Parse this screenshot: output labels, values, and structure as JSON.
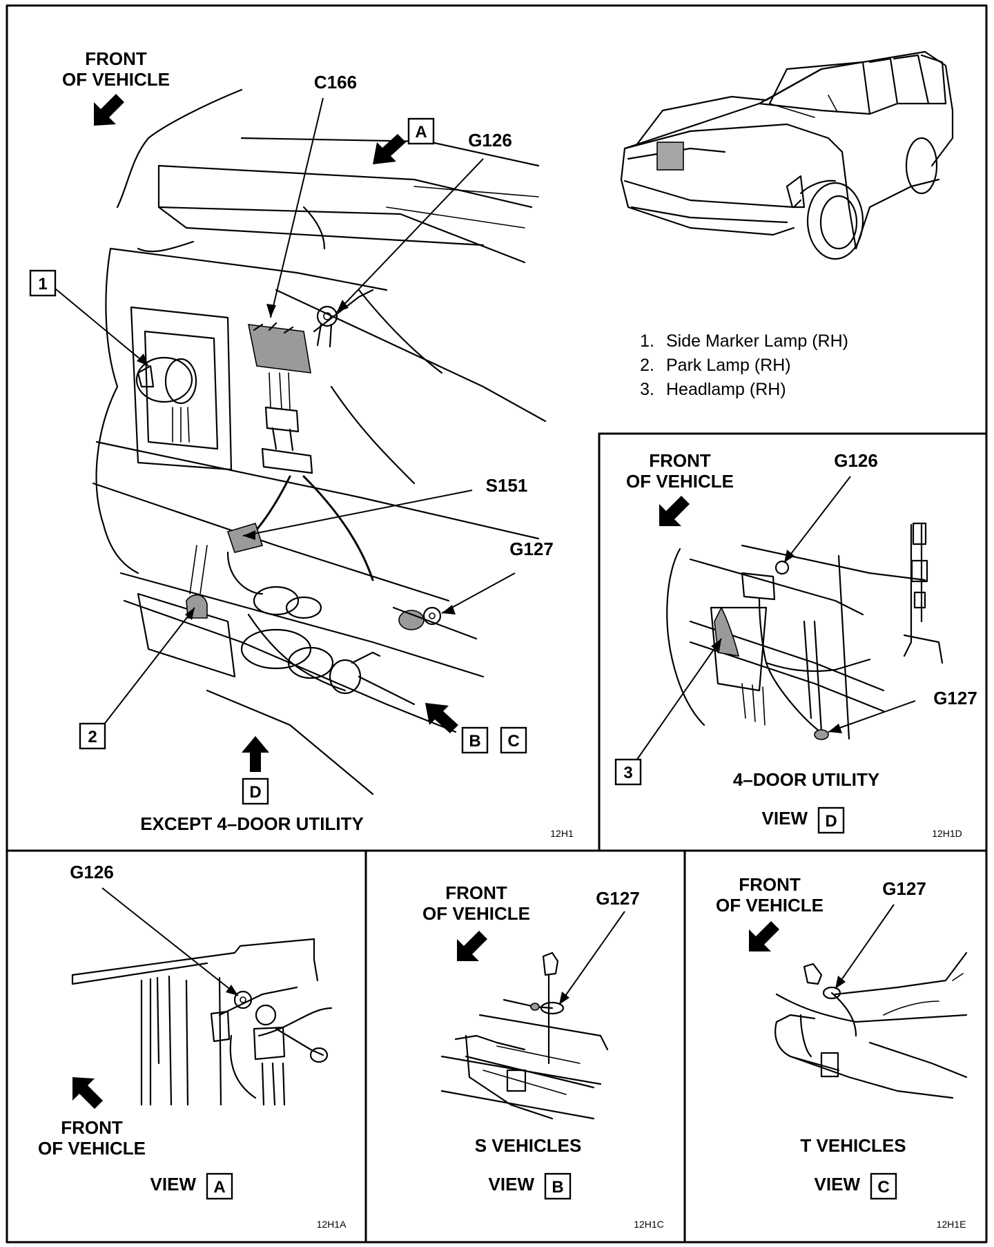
{
  "main_view": {
    "front_line1": "FRONT",
    "front_line2": "OF VEHICLE",
    "labels": {
      "c166": "C166",
      "g126": "G126",
      "s151": "S151",
      "g127": "G127"
    },
    "callouts": {
      "one": "1",
      "two": "2",
      "a": "A",
      "b": "B",
      "c": "C",
      "d": "D"
    },
    "caption": "EXCEPT 4–DOOR UTILITY",
    "code": "12H1"
  },
  "legend": {
    "items": [
      {
        "num": "1.",
        "text": "Side Marker Lamp (RH)"
      },
      {
        "num": "2.",
        "text": "Park Lamp (RH)"
      },
      {
        "num": "3.",
        "text": "Headlamp (RH)"
      }
    ]
  },
  "view_d": {
    "front_line1": "FRONT",
    "front_line2": "OF VEHICLE",
    "g126": "G126",
    "g127": "G127",
    "callout_three": "3",
    "title": "4–DOOR UTILITY",
    "view_word": "VIEW",
    "view_letter": "D",
    "code": "12H1D"
  },
  "view_a": {
    "g126": "G126",
    "front_line1": "FRONT",
    "front_line2": "OF VEHICLE",
    "view_word": "VIEW",
    "view_letter": "A",
    "code": "12H1A"
  },
  "view_b": {
    "front_line1": "FRONT",
    "front_line2": "OF VEHICLE",
    "g127": "G127",
    "title": "S VEHICLES",
    "view_word": "VIEW",
    "view_letter": "B",
    "code": "12H1C"
  },
  "view_c": {
    "front_line1": "FRONT",
    "front_line2": "OF VEHICLE",
    "g127": "G127",
    "title": "T VEHICLES",
    "view_word": "VIEW",
    "view_letter": "C",
    "code": "12H1E"
  },
  "colors": {
    "ink": "#000000",
    "paper": "#ffffff",
    "shading": "#9a9a9a"
  }
}
